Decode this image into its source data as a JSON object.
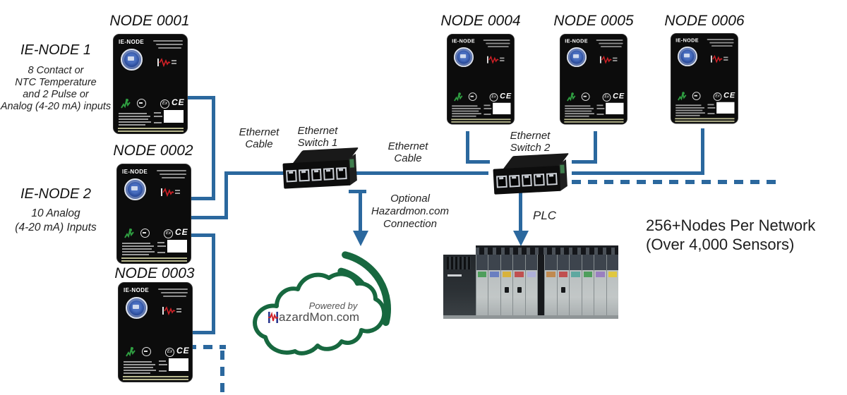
{
  "colors": {
    "line_blue": "#2b689e",
    "cloud_green": "#17683f",
    "brand_blue": "#2b3990",
    "brand_red": "#d12026",
    "device_black": "#0c0c0c"
  },
  "device": {
    "brand": "IE-NODE",
    "ce_mark": "CE",
    "ex_mark": "Ex"
  },
  "nodes": [
    {
      "title": "NODE 0001"
    },
    {
      "title": "NODE 0002"
    },
    {
      "title": "NODE 0003"
    },
    {
      "title": "NODE 0004"
    },
    {
      "title": "NODE 0005"
    },
    {
      "title": "NODE 0006"
    }
  ],
  "labels": {
    "ie_node_1": {
      "title": "IE-NODE 1",
      "lines": [
        "8 Contact or",
        "NTC Temperature",
        "and 2 Pulse or",
        "Analog (4-20 mA) inputs"
      ]
    },
    "ie_node_2": {
      "title": "IE-NODE 2",
      "lines": [
        "10 Analog",
        "(4-20 mA) Inputs"
      ]
    },
    "ethernet_cable_1": {
      "lines": [
        "Ethernet",
        "Cable"
      ]
    },
    "ethernet_switch_1": {
      "lines": [
        "Ethernet",
        "Switch 1"
      ]
    },
    "ethernet_cable_2": {
      "lines": [
        "Ethernet",
        "Cable"
      ]
    },
    "ethernet_switch_2": {
      "lines": [
        "Ethernet",
        "Switch 2"
      ]
    },
    "hazardmon_connection": {
      "lines": [
        "Optional",
        "Hazardmon.com",
        "Connection"
      ]
    },
    "plc": "PLC",
    "capacity": {
      "lines": [
        "256+Nodes Per Network",
        "(Over 4,000 Sensors)"
      ]
    }
  },
  "cloud": {
    "powered_by": "Powered by",
    "brand_h": "H",
    "brand_rest": "azardMon",
    "brand_tld": ".com"
  }
}
